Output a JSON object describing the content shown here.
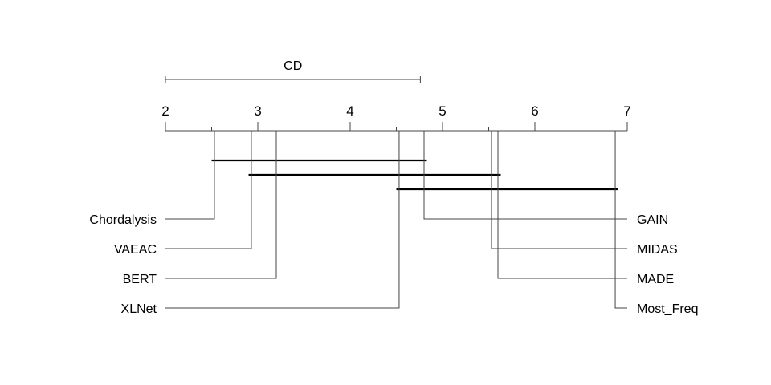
{
  "chart_data": {
    "type": "critical-difference",
    "axis": {
      "min": 2,
      "max": 7,
      "ticks": [
        2,
        3,
        4,
        5,
        6,
        7
      ],
      "minor_step": 0.5
    },
    "cd": {
      "label": "CD",
      "value": 2.76
    },
    "left_methods": [
      {
        "name": "Chordalysis",
        "rank": 2.53
      },
      {
        "name": "VAEAC",
        "rank": 2.93
      },
      {
        "name": "BERT",
        "rank": 3.2
      },
      {
        "name": "XLNet",
        "rank": 4.53
      }
    ],
    "right_methods": [
      {
        "name": "GAIN",
        "rank": 4.8
      },
      {
        "name": "MIDAS",
        "rank": 5.53
      },
      {
        "name": "MADE",
        "rank": 5.6
      },
      {
        "name": "Most_Freq",
        "rank": 6.87
      }
    ],
    "cliques": [
      {
        "from": 2.5,
        "to": 4.83
      },
      {
        "from": 2.9,
        "to": 5.63
      },
      {
        "from": 4.5,
        "to": 6.9
      }
    ]
  }
}
